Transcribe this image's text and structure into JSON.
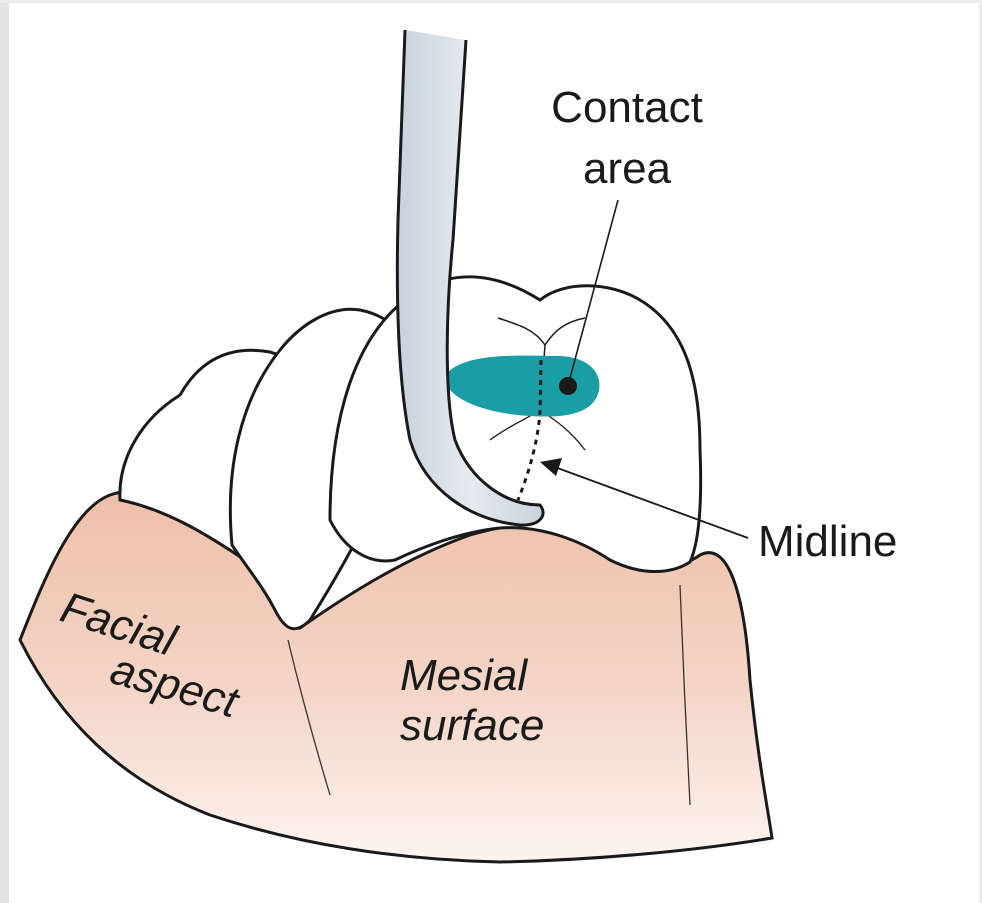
{
  "labels": {
    "contact_area_line1": "Contact",
    "contact_area_line2": "area",
    "midline": "Midline",
    "facial_line1": "Facial",
    "facial_line2": "aspect",
    "mesial_line1": "Mesial",
    "mesial_line2": "surface"
  },
  "colors": {
    "gingiva": "#f0cfc0",
    "gingiva_light": "#fbeee8",
    "tooth": "#ffffff",
    "contact_area": "#1a9ea6",
    "instrument": "#d9e1e8",
    "outline": "#1a1a1a"
  }
}
